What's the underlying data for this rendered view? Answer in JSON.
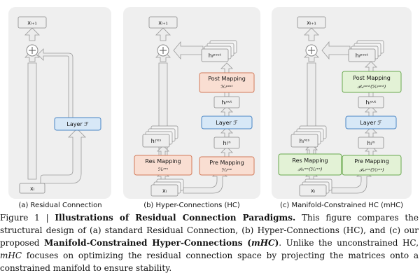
{
  "colors": {
    "panel_bg": "#efefef",
    "box_fill": "#eeeeee",
    "box_stroke": "#8a8a8a",
    "arrow_fill": "#ececec",
    "arrow_stroke": "#9a9a9a",
    "layer_fill": "#d7e8f7",
    "layer_stroke": "#4a86c5",
    "orange_fill": "#f9ded2",
    "orange_stroke": "#d27a59",
    "green_fill": "#e3f2d6",
    "green_stroke": "#6aa84f"
  },
  "panels": [
    {
      "label": "(a) Residual Connection",
      "top_node": "xₗ₊₁",
      "layer": "Layer ℱ",
      "input": "xₗ"
    },
    {
      "label": "(b) Hyper-Connections (HC)",
      "top_node": "xₗ₊₁",
      "h_post": "hₗᵖᵒˢᵗ",
      "post_mapping": "Post Mapping",
      "post_formula": "ℋₗᵖᵒˢᵗ",
      "h_out": "hₗᵒᵘᵗ",
      "layer": "Layer ℱ",
      "h_in": "hₗⁱⁿ",
      "h_res": "hₗʳᵉˢ",
      "res_mapping": "Res Mapping",
      "res_formula": "ℋₗʳᵉˢ",
      "pre_mapping": "Pre Mapping",
      "pre_formula": "ℋₗᵖʳᵉ",
      "input": "xₗ"
    },
    {
      "label": "(c) Manifold-Constrained HC (mHC)",
      "top_node": "xₗ₊₁",
      "h_post": "hₗᵖᵒˢᵗ",
      "post_mapping": "Post Mapping",
      "post_formula": "𝒫ₘᵖᵒˢᵗ(ℋₗᵖᵒˢᵗ)",
      "h_out": "hₗᵒᵘᵗ",
      "layer": "Layer ℱ",
      "h_in": "hₗⁱⁿ",
      "h_res": "hₗʳᵉˢ",
      "res_mapping": "Res Mapping",
      "res_formula": "𝒫ₘʳᵉˢ(ℋₗʳᵉˢ)",
      "pre_mapping": "Pre Mapping",
      "pre_formula": "𝒫ₘᵖʳᵉ(ℋₗᵖʳᵉ)",
      "input": "xₗ"
    }
  ],
  "caption": {
    "figure_label": "Figure 1 | ",
    "title": "Illustrations of Residual Connection Paradigms.",
    "text1": " This figure compares the structural design of (a) standard Residual Connection, (b) Hyper-Connections (HC), and (c) our proposed ",
    "bold2": "Manifold-Constrained Hyper-Connections",
    "bold2_paren_open": " (",
    "bold2_abbrev": "mHC",
    "bold2_paren_close": ")",
    "text2": ". Unlike the unconstrained HC, ",
    "text2_abbrev": "mHC",
    "text3": " focuses on optimizing the residual connection space by projecting the matrices onto a constrained manifold to ensure stability."
  }
}
